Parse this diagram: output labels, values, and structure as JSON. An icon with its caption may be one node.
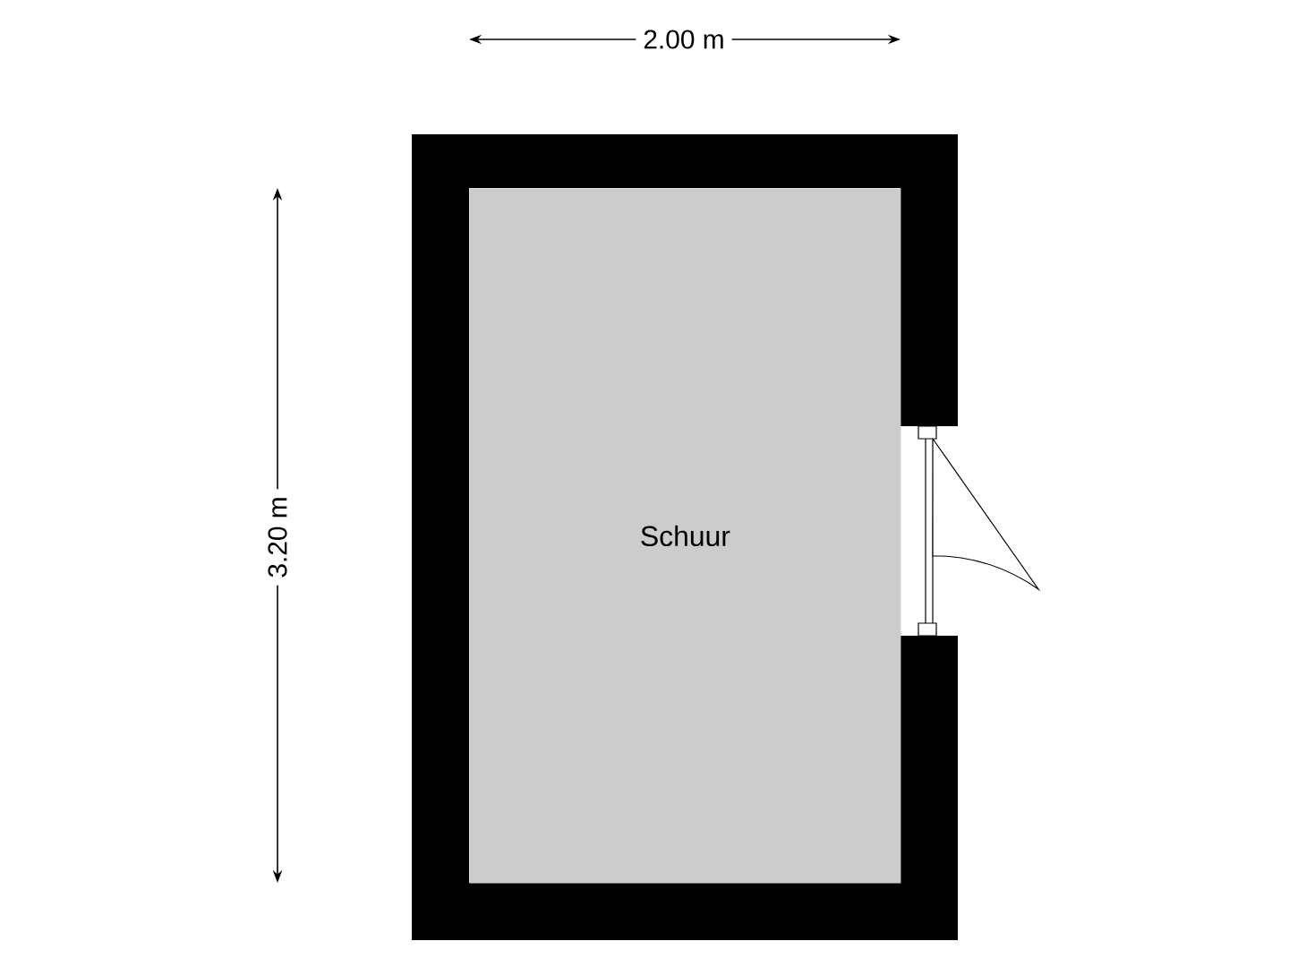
{
  "diagram": {
    "nodes": [
      {
        "text": [
          "Schuur"
        ]
      }
    ],
    "labels": [
      "2.00 m",
      "3.20 m"
    ]
  }
}
